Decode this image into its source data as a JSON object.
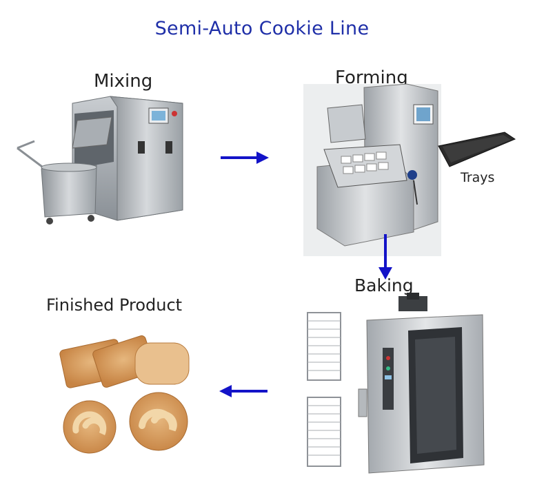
{
  "title": "Semi-Auto Cookie Line",
  "steps": {
    "mixing": {
      "label": "Mixing",
      "icon": "mixer-machine-icon"
    },
    "forming": {
      "label": "Forming",
      "icon": "cookie-depositor-machine-icon"
    },
    "trays": {
      "label": "Trays",
      "icon": "baking-tray-icon"
    },
    "baking": {
      "label": "Baking",
      "icon": "rotary-oven-icon"
    },
    "finished": {
      "label": "Finished Product",
      "icon": "cookies-icon"
    }
  },
  "colors": {
    "title": "#1f2fa8",
    "arrow": "#1313c8",
    "steel": "#b9bcc0",
    "cookie": "#d49a58"
  }
}
